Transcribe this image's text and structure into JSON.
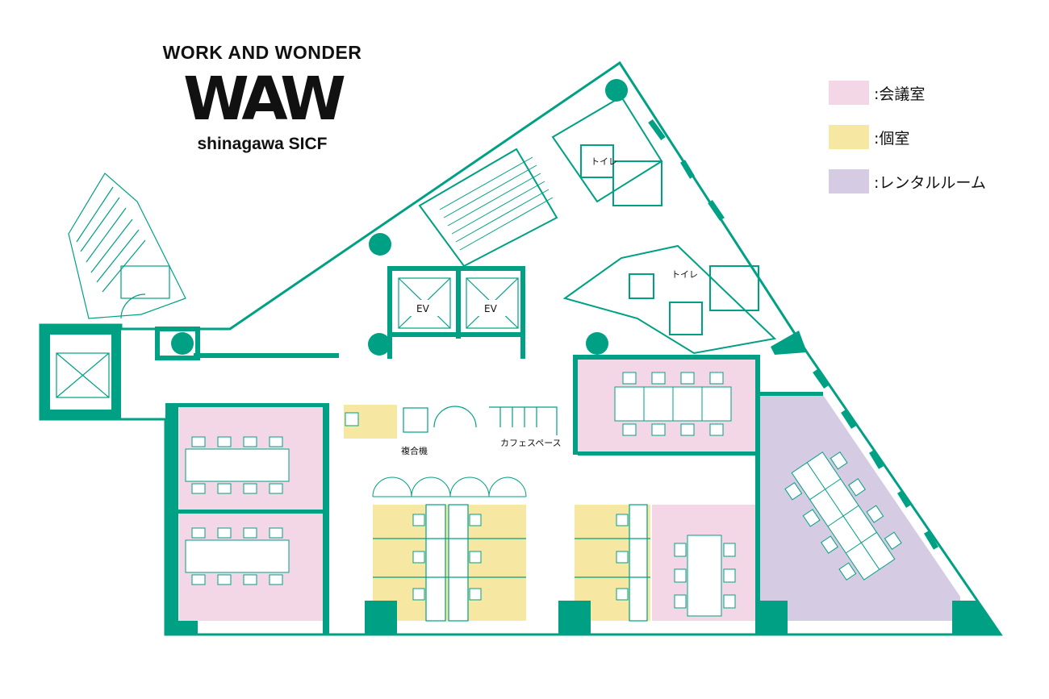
{
  "logo": {
    "top_text": "WORK AND WONDER",
    "big_text": "WAW",
    "sub_text": "shinagawa SICF"
  },
  "legend": [
    {
      "color": "#f4d7e6",
      "label": ":会議室"
    },
    {
      "color": "#f6e8a2",
      "label": ":個室"
    },
    {
      "color": "#d5cbe2",
      "label": ":レンタルルーム"
    }
  ],
  "labels": {
    "toilet_1": "トイレ",
    "toilet_2": "トイレ",
    "ev_1": "EV",
    "ev_2": "EV",
    "copier": "複合機",
    "cafe": "カフェスペース"
  },
  "colors": {
    "wall": "#00a084",
    "meeting": "#f4d7e6",
    "private": "#f6e8a2",
    "rental": "#d5cbe2"
  }
}
